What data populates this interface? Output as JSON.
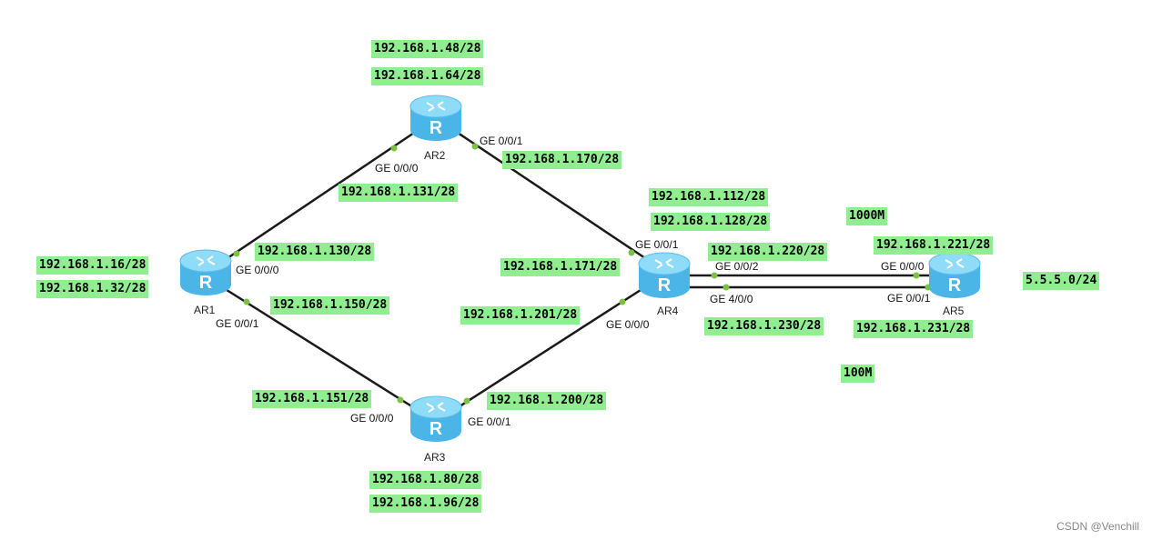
{
  "routers": [
    {
      "name": "AR1",
      "icon": "router-icon"
    },
    {
      "name": "AR2",
      "icon": "router-icon"
    },
    {
      "name": "AR3",
      "icon": "router-icon"
    },
    {
      "name": "AR4",
      "icon": "router-icon"
    },
    {
      "name": "AR5",
      "icon": "router-icon"
    }
  ],
  "ports": {
    "ar1_ge000": "GE 0/0/0",
    "ar1_ge001": "GE 0/0/1",
    "ar2_ge000": "GE 0/0/0",
    "ar2_ge001": "GE 0/0/1",
    "ar3_ge000": "GE 0/0/0",
    "ar3_ge001": "GE 0/0/1",
    "ar4_ge001": "GE 0/0/1",
    "ar4_ge000": "GE 0/0/0",
    "ar4_ge002": "GE 0/0/2",
    "ar4_ge400": "GE 4/0/0",
    "ar5_ge000": "GE 0/0/0",
    "ar5_ge001": "GE 0/0/1"
  },
  "addresses": {
    "ar2_lan1": "192.168.1.48/28",
    "ar2_lan2": "192.168.1.64/28",
    "ar2_ar4_ar2side": "192.168.1.170/28",
    "ar1_ar2_ar2side": "192.168.1.131/28",
    "ar1_ar2_ar1side": "192.168.1.130/28",
    "ar1_lan1": "192.168.1.16/28",
    "ar1_lan2": "192.168.1.32/28",
    "ar1_ar3_ar1side": "192.168.1.150/28",
    "ar1_ar3_ar3side": "192.168.1.151/28",
    "ar3_ar4_ar3side": "192.168.1.200/28",
    "ar3_ar4_ar4side": "192.168.1.201/28",
    "ar2_ar4_ar4side": "192.168.1.171/28",
    "ar4_lan1": "192.168.1.112/28",
    "ar4_lan2": "192.168.1.128/28",
    "ar4_ar5_1000_ar4side": "192.168.1.220/28",
    "ar4_ar5_1000_ar5side": "192.168.1.221/28",
    "ar4_ar5_100_ar4side": "192.168.1.230/28",
    "ar4_ar5_100_ar5side": "192.168.1.231/28",
    "ar3_lan1": "192.168.1.80/28",
    "ar3_lan2": "192.168.1.96/28",
    "ar5_external": "5.5.5.0/24"
  },
  "bandwidth": {
    "link_1000": "1000M",
    "link_100": "100M"
  },
  "colors": {
    "label_bg": "#90ee90",
    "link_line": "#1a1a1a",
    "port_dot": "#7dc142",
    "router_top": "#7fd3f5",
    "router_body": "#4bb5e8"
  },
  "watermark": "CSDN @Venchill"
}
